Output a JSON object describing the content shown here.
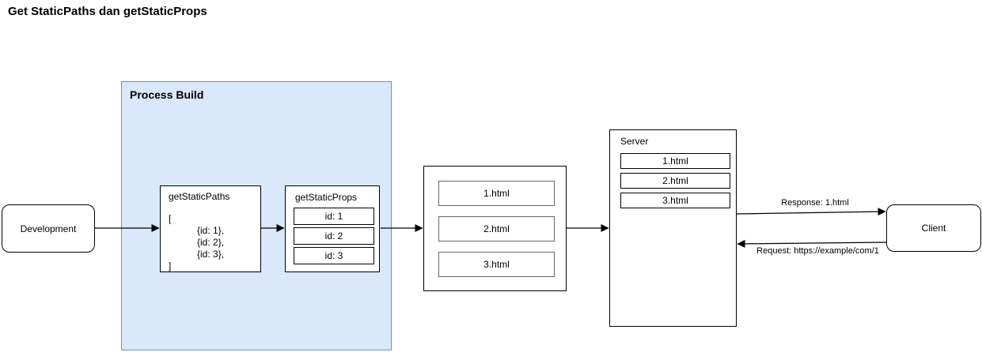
{
  "title": "Get StaticPaths dan getStaticProps",
  "colors": {
    "process_build_fill": "#dae8fc",
    "process_build_border": "#6c8ebf",
    "box_border": "#000000",
    "file_box_border": "#666666"
  },
  "nodes": {
    "development": {
      "label": "Development"
    },
    "process_build": {
      "label": "Process Build"
    },
    "get_static_paths": {
      "title": "getStaticPaths",
      "bracket_open": "[",
      "entries": [
        "{id: 1},",
        "{id: 2},",
        "{id: 3},"
      ],
      "bracket_close": "]"
    },
    "get_static_props": {
      "title": "getStaticProps",
      "ids": [
        "id: 1",
        "id: 2",
        "id: 3"
      ]
    },
    "build_output": {
      "files": [
        "1.html",
        "2.html",
        "3.html"
      ]
    },
    "server": {
      "title": "Server",
      "files": [
        "1.html",
        "2.html",
        "3.html"
      ]
    },
    "client": {
      "label": "Client"
    }
  },
  "edges": {
    "response": {
      "label": "Response: 1.html"
    },
    "request": {
      "label": "Request: https://example/com/1"
    }
  }
}
